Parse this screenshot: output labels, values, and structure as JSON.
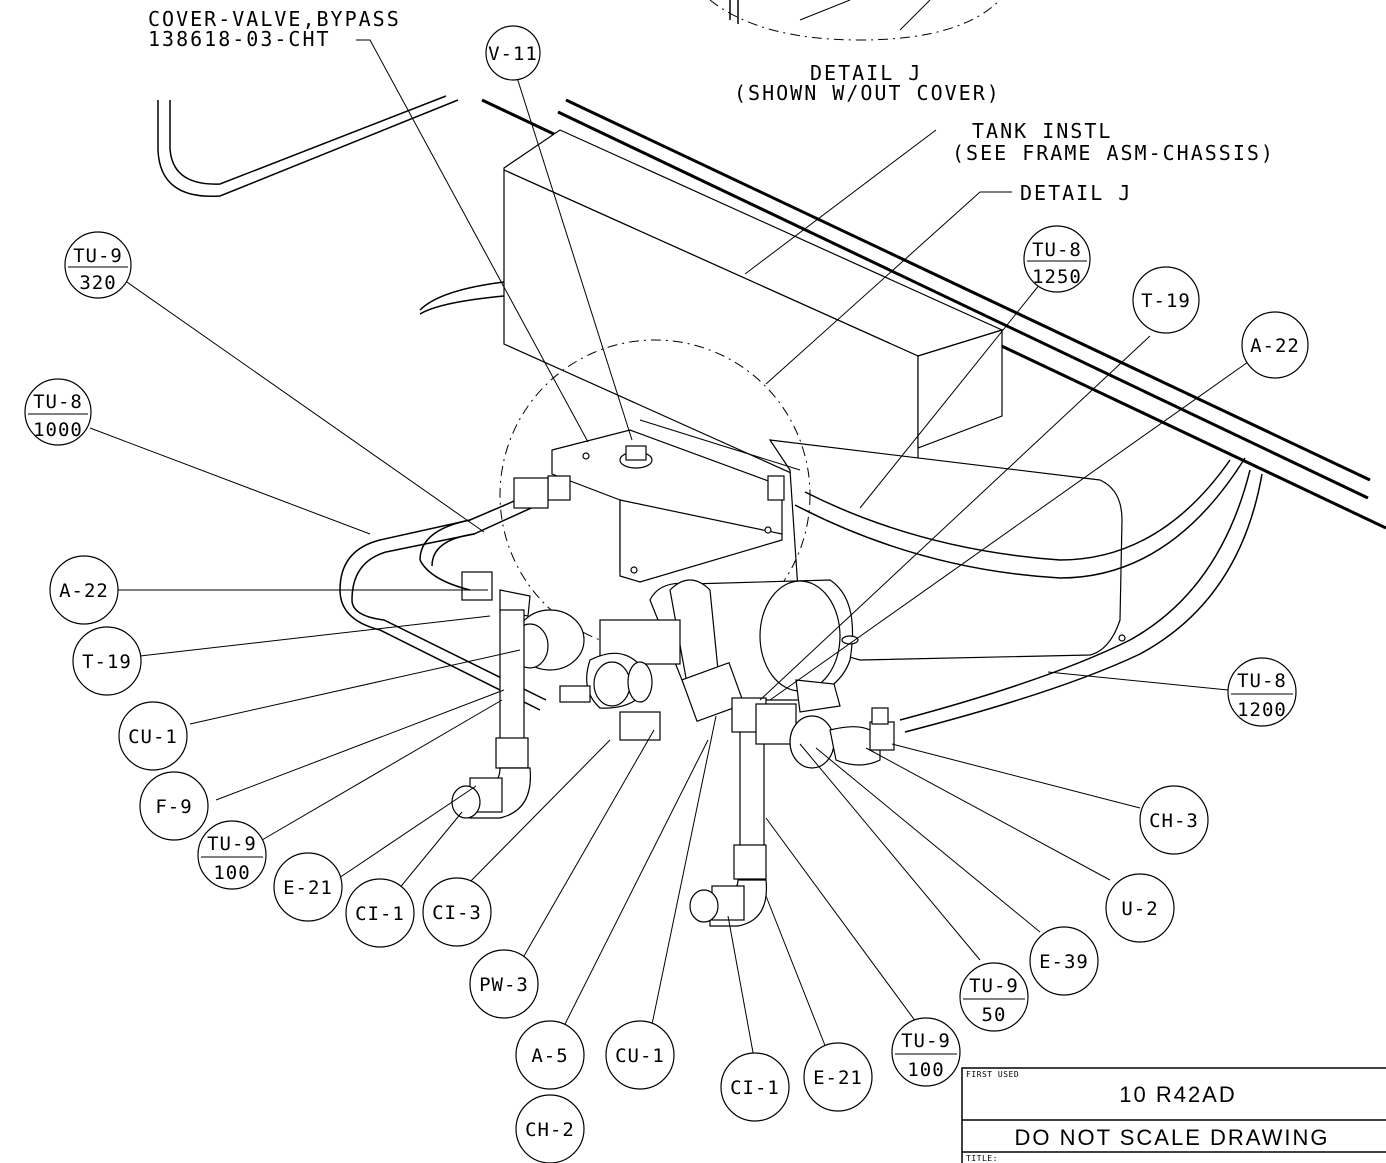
{
  "notes": {
    "cover_valve": "COVER-VALVE,BYPASS",
    "cover_part": "138618-03-CHT",
    "detail_title": "DETAIL J",
    "detail_sub": "(SHOWN W/OUT COVER)",
    "tank_line1": "TANK INSTL",
    "tank_line2": "(SEE FRAME ASM-CHASSIS)",
    "detail_ref": "DETAIL J"
  },
  "callouts": [
    {
      "id": "V-11"
    },
    {
      "id": "TU-9",
      "qty": "320"
    },
    {
      "id": "TU-8",
      "qty": "1250"
    },
    {
      "id": "T-19"
    },
    {
      "id": "A-22"
    },
    {
      "id": "TU-8",
      "qty": "1000"
    },
    {
      "id": "A-22"
    },
    {
      "id": "T-19"
    },
    {
      "id": "CU-1"
    },
    {
      "id": "F-9"
    },
    {
      "id": "TU-9",
      "qty": "100"
    },
    {
      "id": "E-21"
    },
    {
      "id": "CI-1"
    },
    {
      "id": "CI-3"
    },
    {
      "id": "PW-3"
    },
    {
      "id": "A-5"
    },
    {
      "id": "CH-2"
    },
    {
      "id": "CU-1"
    },
    {
      "id": "CI-1"
    },
    {
      "id": "E-21"
    },
    {
      "id": "TU-9",
      "qty": "100"
    },
    {
      "id": "TU-9",
      "qty": "50"
    },
    {
      "id": "E-39"
    },
    {
      "id": "U-2"
    },
    {
      "id": "CH-3"
    },
    {
      "id": "TU-8",
      "qty": "1200"
    }
  ],
  "title_block": {
    "first_used_label": "FIRST USED",
    "first_used_value": "10 R42AD",
    "scale_note": "DO NOT SCALE DRAWING",
    "title_label": "TITLE:"
  }
}
